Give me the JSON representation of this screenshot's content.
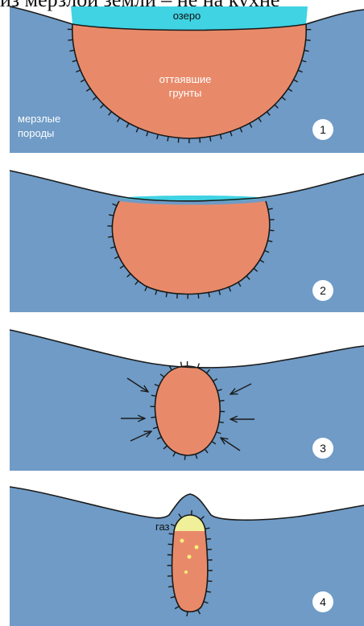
{
  "header": {
    "caption": "из мерзлой земли – не на кухне"
  },
  "colors": {
    "frozen": "#6f9bc6",
    "thawed": "#e88a6a",
    "lake": "#3fd3e3",
    "gas": "#f0f09a",
    "bubble": "#f6ef7a",
    "outline": "#1a1a1a"
  },
  "labels": {
    "lake": "озеро",
    "thawed": "оттаявшие грунты",
    "thawed_line1": "оттаявшие",
    "thawed_line2": "грунты",
    "frozen_line1": "мерзлые",
    "frozen_line2": "породы",
    "gas": "газ"
  },
  "stages": [
    {
      "number": "1"
    },
    {
      "number": "2"
    },
    {
      "number": "3"
    },
    {
      "number": "4"
    }
  ]
}
